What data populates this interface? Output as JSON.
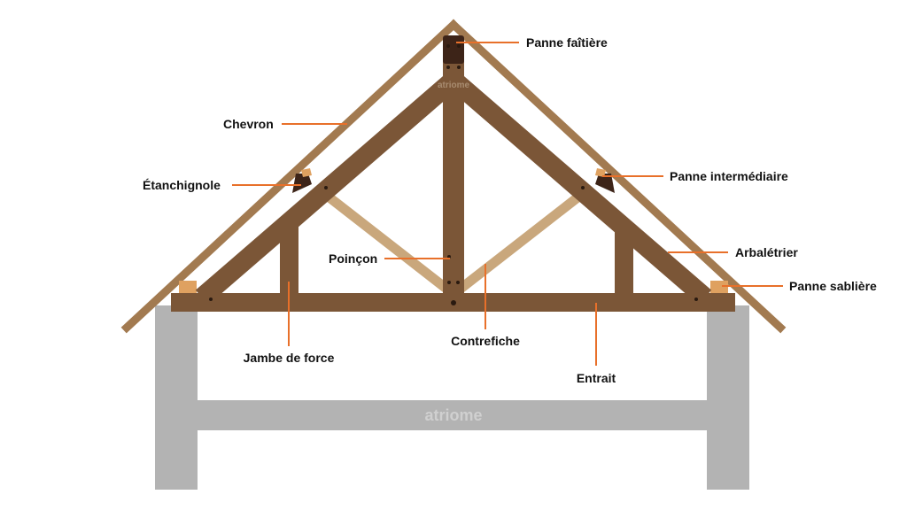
{
  "diagram": {
    "labels": {
      "panne_faitiere": "Panne faîtière",
      "chevron": "Chevron",
      "etanchignole": "Étanchignole",
      "panne_intermediaire": "Panne intermédiaire",
      "arbaletrier": "Arbalétrier",
      "poincon": "Poinçon",
      "panne_sabliere": "Panne sablière",
      "jambe_de_force": "Jambe de force",
      "contrefiche": "Contrefiche",
      "entrait": "Entrait"
    },
    "watermark": {
      "brand": "atriome",
      "tagline": ""
    }
  },
  "colors": {
    "background": "#ffffff",
    "rafter_light": "#a27a50",
    "timber_dark": "#7b5637",
    "strut_light": "#c9a77c",
    "wall_gray": "#b3b3b3",
    "purlin_block": "#3d2418",
    "sill_orange": "#dfa160",
    "leader_orange": "#e8702a",
    "label_text": "#111111"
  }
}
